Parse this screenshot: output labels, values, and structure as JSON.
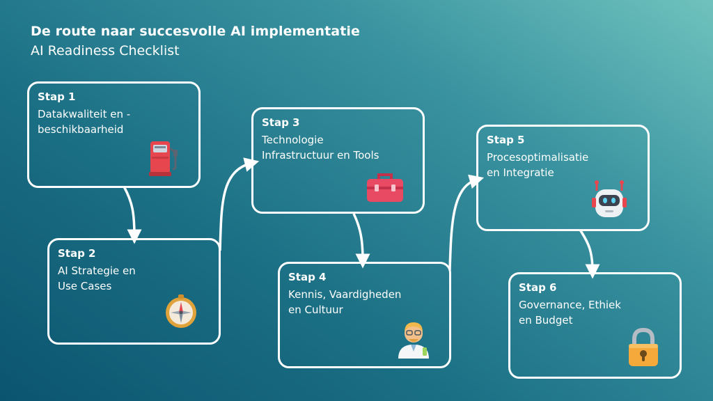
{
  "header": {
    "title": "De route naar succesvolle AI implementatie",
    "subtitle": "AI Readiness Checklist"
  },
  "steps": [
    {
      "label": "Stap 1",
      "text": "Datakwaliteit en -\nbeschikbaarheid",
      "icon": "fuel-pump-icon"
    },
    {
      "label": "Stap 2",
      "text": "AI Strategie en\nUse Cases",
      "icon": "compass-icon"
    },
    {
      "label": "Stap 3",
      "text": "Technologie\nInfrastructuur en Tools",
      "icon": "toolbox-icon"
    },
    {
      "label": "Stap 4",
      "text": "Kennis, Vaardigheden\nen Cultuur",
      "icon": "scientist-icon"
    },
    {
      "label": "Stap 5",
      "text": "Procesoptimalisatie\nen Integratie",
      "icon": "robot-icon"
    },
    {
      "label": "Stap 6",
      "text": "Governance, Ethiek\nen Budget",
      "icon": "lock-icon"
    }
  ],
  "colors": {
    "accent": "#ffffff",
    "background_start": "#0b5470",
    "background_end": "#6fc2bd"
  }
}
